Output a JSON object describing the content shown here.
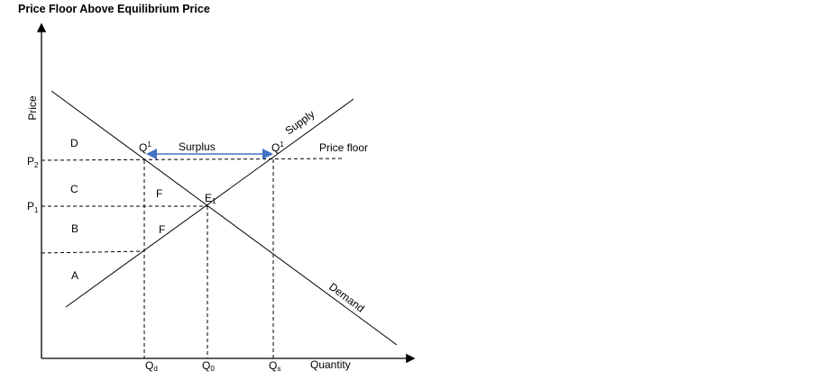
{
  "title": "Price Floor Above Equilibrium Price",
  "axes": {
    "y_label": "Price",
    "x_label": "Quantity"
  },
  "price_levels": [
    {
      "base": "P",
      "sub": "2"
    },
    {
      "base": "P",
      "sub": "1"
    }
  ],
  "quantity_levels": [
    {
      "base": "Q",
      "sub": "d"
    },
    {
      "base": "Q",
      "sub": "0"
    },
    {
      "base": "Q",
      "sub": "s"
    }
  ],
  "areas": [
    "D",
    "C",
    "B",
    "A",
    "F",
    "F"
  ],
  "equilibrium": {
    "base": "E",
    "sub": "1"
  },
  "points": [
    {
      "base": "Q",
      "sup": "1"
    },
    {
      "base": "Q",
      "sup": "1"
    }
  ],
  "curves": {
    "supply": "Supply",
    "demand": "Demand"
  },
  "surplus_label": "Surplus",
  "price_floor_label": "Price floor",
  "colors": {
    "arrow": "#4472C4",
    "line": "#000000"
  }
}
